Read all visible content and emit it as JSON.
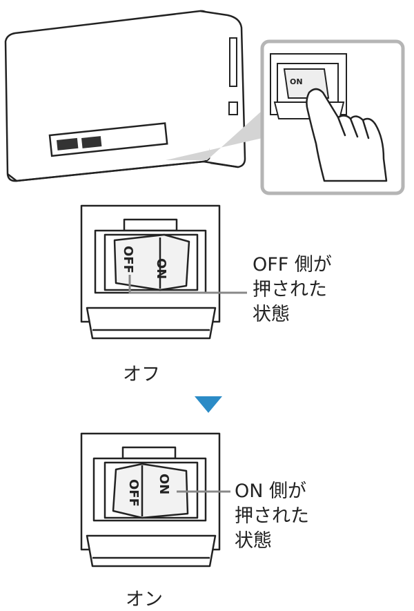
{
  "device": {
    "switch_labels": {
      "off": "OFF",
      "on": "ON"
    }
  },
  "off_state": {
    "description_lines": [
      "OFF 側が",
      "押された",
      "状態"
    ],
    "caption": "オフ"
  },
  "on_state": {
    "description_lines": [
      "ON 側が",
      "押された",
      "状態"
    ],
    "caption": "オン"
  },
  "colors": {
    "arrow": "#2b8bc6",
    "callout_frame": "#b5b5b5",
    "line": "#222222",
    "leader": "#888888"
  }
}
